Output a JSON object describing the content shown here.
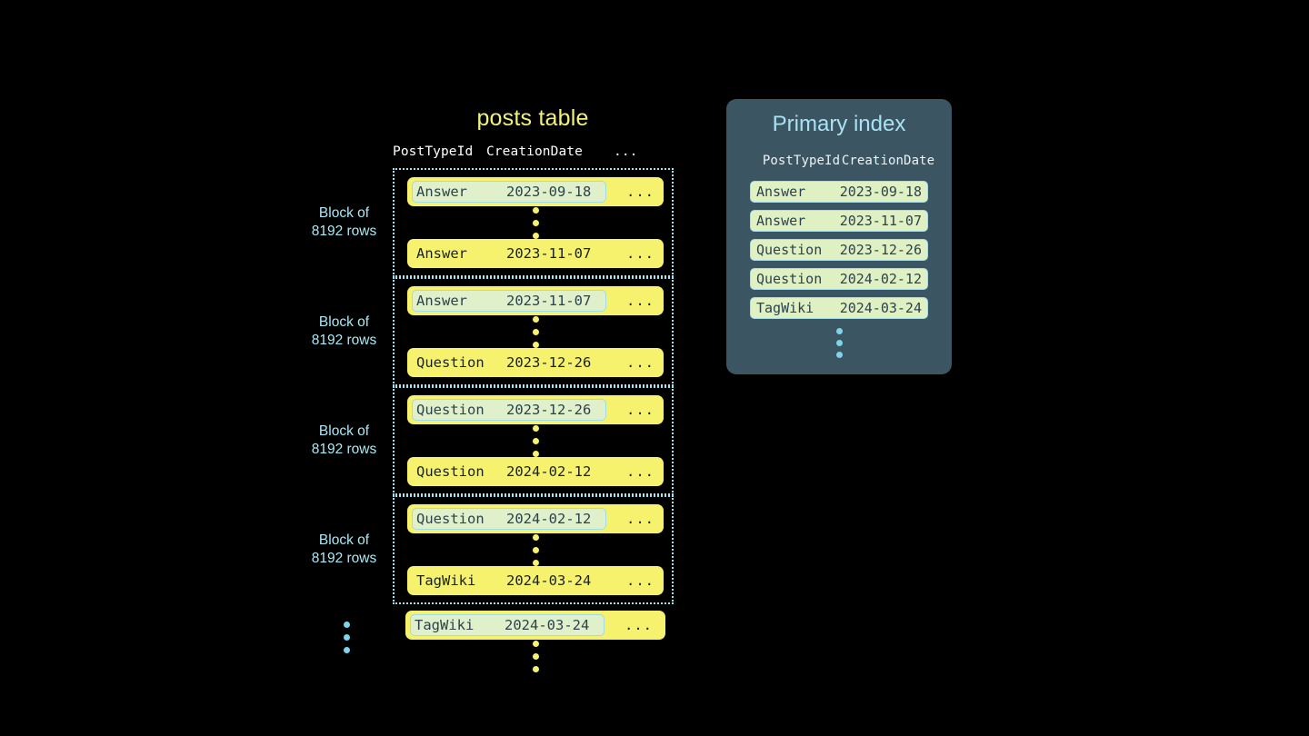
{
  "colors": {
    "background": "#000000",
    "row_yellow": "#f7f26e",
    "marked_green": "#dff0cb",
    "marked_border": "#9fdbe8",
    "cyan": "#a9e8f5",
    "dot_yellow": "#f7f26e",
    "dot_cyan": "#7fd4ec",
    "index_panel": "#3c5563",
    "index_row": "#dff0c3",
    "title_yellow": "#f2f27a",
    "text_dark": "#17212b"
  },
  "posts_table": {
    "title": "posts table",
    "columns": {
      "post_type_id": "PostTypeId",
      "creation_date": "CreationDate",
      "more": "..."
    },
    "block_label": "Block of\n8192 rows",
    "blocks": [
      {
        "label": "Block of\n8192 rows",
        "first_row": {
          "post_type_id": "Answer",
          "creation_date": "2023-09-18",
          "more": "...",
          "marked": true
        },
        "last_row": {
          "post_type_id": "Answer",
          "creation_date": "2023-11-07",
          "more": "...",
          "marked": false
        }
      },
      {
        "label": "Block of\n8192 rows",
        "first_row": {
          "post_type_id": "Answer",
          "creation_date": "2023-11-07",
          "more": "...",
          "marked": true
        },
        "last_row": {
          "post_type_id": "Question",
          "creation_date": "2023-12-26",
          "more": "...",
          "marked": false
        }
      },
      {
        "label": "Block of\n8192 rows",
        "first_row": {
          "post_type_id": "Question",
          "creation_date": "2023-12-26",
          "more": "...",
          "marked": true
        },
        "last_row": {
          "post_type_id": "Question",
          "creation_date": "2024-02-12",
          "more": "...",
          "marked": false
        }
      },
      {
        "label": "Block of\n8192 rows",
        "first_row": {
          "post_type_id": "Question",
          "creation_date": "2024-02-12",
          "more": "...",
          "marked": true
        },
        "last_row": {
          "post_type_id": "TagWiki",
          "creation_date": "2024-03-24",
          "more": "...",
          "marked": false
        }
      }
    ],
    "tail_row": {
      "post_type_id": "TagWiki",
      "creation_date": "2024-03-24",
      "more": "...",
      "marked": true
    }
  },
  "primary_index": {
    "title": "Primary index",
    "columns": {
      "post_type_id": "PostTypeId",
      "creation_date": "CreationDate"
    },
    "rows": [
      {
        "post_type_id": "Answer",
        "creation_date": "2023-09-18"
      },
      {
        "post_type_id": "Answer",
        "creation_date": "2023-11-07"
      },
      {
        "post_type_id": "Question",
        "creation_date": "2023-12-26"
      },
      {
        "post_type_id": "Question",
        "creation_date": "2024-02-12"
      },
      {
        "post_type_id": "TagWiki",
        "creation_date": "2024-03-24"
      }
    ]
  }
}
